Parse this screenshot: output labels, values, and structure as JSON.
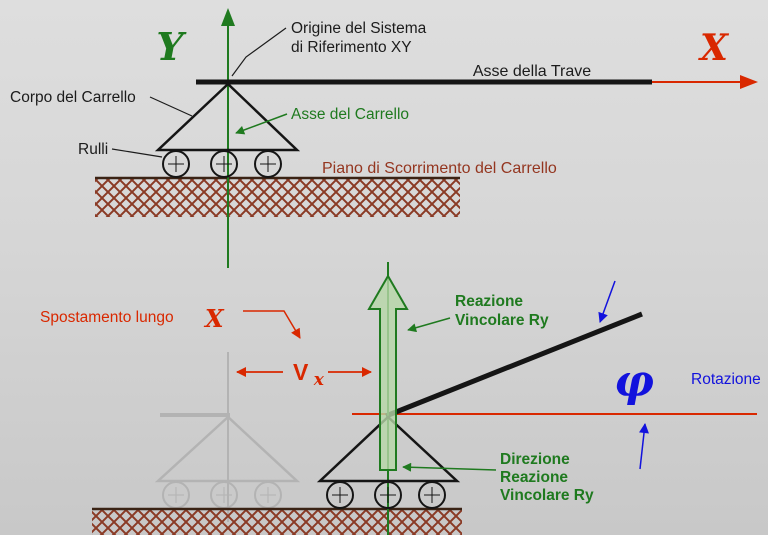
{
  "colors": {
    "axis_green": "#1f7a1f",
    "reaction_fill_green": "#b6d7a8",
    "axis_red": "#d92800",
    "rotation_blue": "#1212dd",
    "ground_brown": "#8a3a25",
    "ground_text_brown": "#943620",
    "ink_black": "#151515",
    "ghost_gray": "#b3b3b3",
    "background_gray": "#d6d6d6"
  },
  "top": {
    "y_axis_label": "Y",
    "x_axis_label": "X",
    "origin_line1": "Origine del Sistema",
    "origin_line2": "di Riferimento XY",
    "beam_axis_label": "Asse della Trave",
    "carriage_body_label": "Corpo del Carrello",
    "rollers_label": "Rulli",
    "carriage_axis_label": "Asse del Carrello",
    "sliding_plane_label": "Piano di Scorrimento del Carrello"
  },
  "bottom": {
    "displacement_label": "Spostamento  lungo",
    "displacement_symbol": "X",
    "vx_v": "V",
    "vx_sub": "x",
    "reaction_line1": "Reazione",
    "reaction_line2": "Vincolare Ry",
    "rotation_symbol": "φ",
    "rotation_label": "Rotazione",
    "direction_line1": "Direzione",
    "direction_line2": "Reazione",
    "direction_line3": "Vincolare Ry"
  }
}
